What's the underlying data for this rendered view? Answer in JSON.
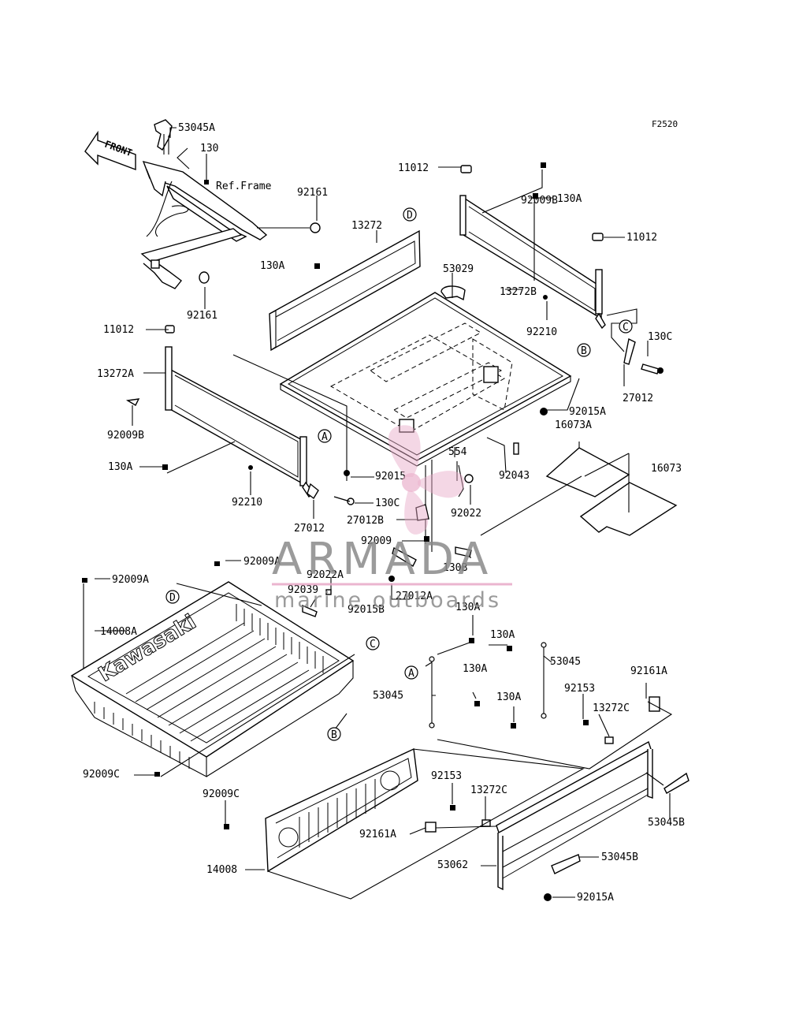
{
  "diagram": {
    "figure_code": "F2520",
    "front_arrow_label": "FRONT",
    "callout_letters": [
      "A",
      "B",
      "C",
      "D"
    ],
    "labels": [
      {
        "id": "l01",
        "text": "53045A"
      },
      {
        "id": "l02",
        "text": "130"
      },
      {
        "id": "l03",
        "text": "Ref.Frame"
      },
      {
        "id": "l04",
        "text": "92161"
      },
      {
        "id": "l05",
        "text": "92161"
      },
      {
        "id": "l06",
        "text": "11012"
      },
      {
        "id": "l07",
        "text": "92009B"
      },
      {
        "id": "l08",
        "text": "130A"
      },
      {
        "id": "l09",
        "text": "11012"
      },
      {
        "id": "l10",
        "text": "13272"
      },
      {
        "id": "l11",
        "text": "130A"
      },
      {
        "id": "l12",
        "text": "53029"
      },
      {
        "id": "l13",
        "text": "13272B"
      },
      {
        "id": "l14",
        "text": "92210"
      },
      {
        "id": "l15",
        "text": "130C"
      },
      {
        "id": "l16",
        "text": "27012"
      },
      {
        "id": "l17",
        "text": "11012"
      },
      {
        "id": "l18",
        "text": "13272A"
      },
      {
        "id": "l19",
        "text": "92009B"
      },
      {
        "id": "l20",
        "text": "130A"
      },
      {
        "id": "l21",
        "text": "92210"
      },
      {
        "id": "l22",
        "text": "27012"
      },
      {
        "id": "l23",
        "text": "92015"
      },
      {
        "id": "l24",
        "text": "130C"
      },
      {
        "id": "l25",
        "text": "27012B"
      },
      {
        "id": "l26",
        "text": "554"
      },
      {
        "id": "l27",
        "text": "92015A"
      },
      {
        "id": "l28",
        "text": "16073A"
      },
      {
        "id": "l29",
        "text": "92043"
      },
      {
        "id": "l30",
        "text": "16073"
      },
      {
        "id": "l31",
        "text": "92022"
      },
      {
        "id": "l32",
        "text": "92009"
      },
      {
        "id": "l33",
        "text": "130B"
      },
      {
        "id": "l34",
        "text": "92009A"
      },
      {
        "id": "l35",
        "text": "92009A"
      },
      {
        "id": "l36",
        "text": "92022A"
      },
      {
        "id": "l37",
        "text": "92039"
      },
      {
        "id": "l38",
        "text": "27012A"
      },
      {
        "id": "l39",
        "text": "92015B"
      },
      {
        "id": "l40",
        "text": "14008A"
      },
      {
        "id": "l41",
        "text": "130A"
      },
      {
        "id": "l42",
        "text": "130A"
      },
      {
        "id": "l43",
        "text": "53045"
      },
      {
        "id": "l44",
        "text": "92161A"
      },
      {
        "id": "l45",
        "text": "130A"
      },
      {
        "id": "l46",
        "text": "53045"
      },
      {
        "id": "l47",
        "text": "92153"
      },
      {
        "id": "l48",
        "text": "130A"
      },
      {
        "id": "l49",
        "text": "13272C"
      },
      {
        "id": "l50",
        "text": "92009C"
      },
      {
        "id": "l51",
        "text": "92009C"
      },
      {
        "id": "l52",
        "text": "92153"
      },
      {
        "id": "l53",
        "text": "13272C"
      },
      {
        "id": "l54",
        "text": "53045B"
      },
      {
        "id": "l55",
        "text": "92161A"
      },
      {
        "id": "l56",
        "text": "53045B"
      },
      {
        "id": "l57",
        "text": "53062"
      },
      {
        "id": "l58",
        "text": "14008"
      },
      {
        "id": "l59",
        "text": "92015A"
      }
    ],
    "bed_lettering": "Kawasaki"
  },
  "watermark": {
    "brand": "ARMADA",
    "tagline": "marine outboards",
    "accent_color": "#e8a9c7"
  }
}
